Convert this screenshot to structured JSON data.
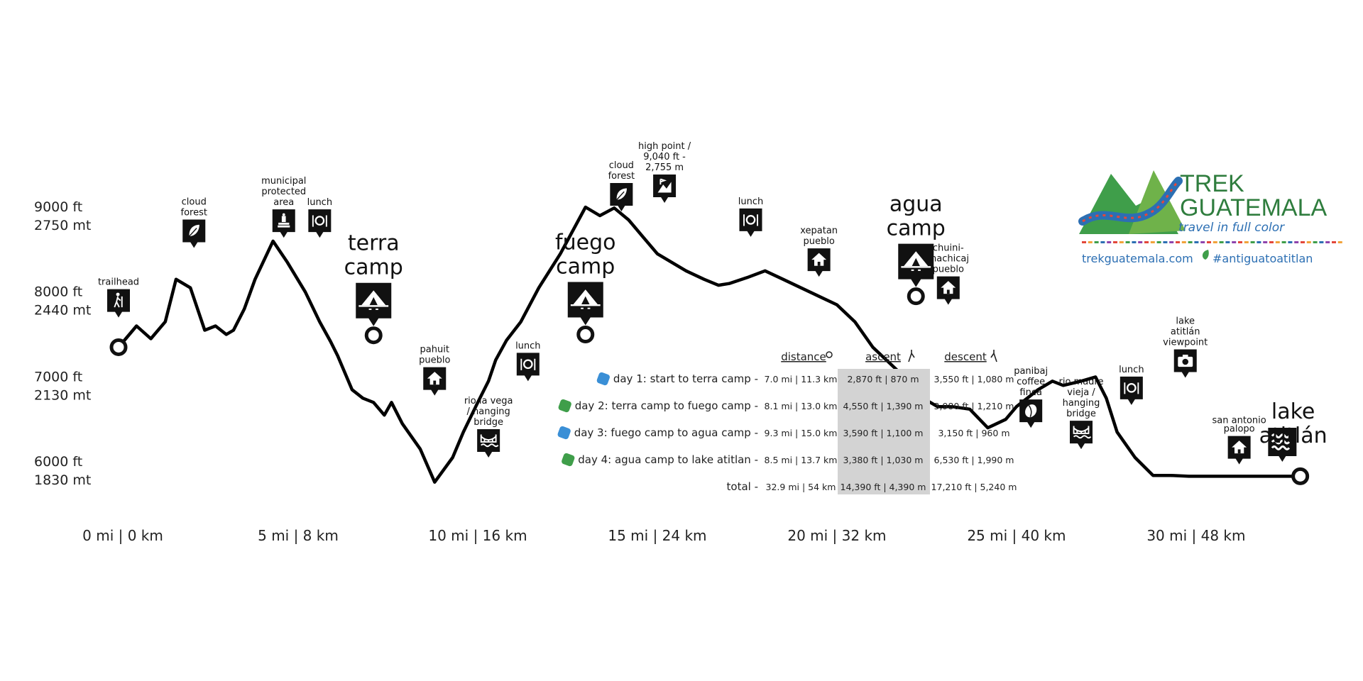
{
  "chart_data": {
    "type": "line",
    "title": "",
    "y_ticks": [
      {
        "value": 9000,
        "ft": "9000 ft",
        "mt": "2750 mt"
      },
      {
        "value": 8000,
        "ft": "8000 ft",
        "mt": "2440 mt"
      },
      {
        "value": 7000,
        "ft": "7000 ft",
        "mt": "2130 mt"
      },
      {
        "value": 6000,
        "ft": "6000 ft",
        "mt": "1830 mt"
      }
    ],
    "x_ticks": [
      {
        "value": 0,
        "label": "0 mi | 0 km"
      },
      {
        "value": 5,
        "label": "5 mi | 8 km"
      },
      {
        "value": 10,
        "label": "10 mi | 16 km"
      },
      {
        "value": 15,
        "label": "15 mi | 24 km"
      },
      {
        "value": 20,
        "label": "20 mi | 32 km"
      },
      {
        "value": 25,
        "label": "25 mi | 40 km"
      },
      {
        "value": 30,
        "label": "30 mi | 48 km"
      }
    ],
    "ylim": [
      5500,
      9500
    ],
    "xlim": [
      0,
      33.5
    ],
    "series": [
      {
        "x": [
          0,
          0.5,
          0.9,
          1.3,
          1.6,
          2.0,
          2.4,
          2.7,
          3.0,
          3.2,
          3.5,
          3.8,
          4.3,
          4.7,
          5.2,
          5.6,
          5.9,
          6.1,
          6.5,
          6.8,
          7.1,
          7.4,
          7.6,
          7.9,
          8.4,
          8.8,
          9.3,
          9.6,
          10.0,
          10.3,
          10.5,
          10.8,
          11.2,
          11.7,
          12.3,
          13.0,
          13.4,
          13.8,
          14.2,
          14.6,
          15.0,
          15.4,
          15.8,
          16.3,
          16.7,
          17.0,
          17.5,
          18.0,
          18.5,
          19.0,
          19.5,
          20.0,
          20.5,
          21.0,
          21.5,
          22.0,
          22.4,
          22.8,
          23.2,
          23.7,
          24.2,
          24.7,
          25.0,
          25.3,
          25.6,
          26.0,
          26.3,
          26.8,
          27.2,
          27.5,
          27.8,
          28.3,
          28.8,
          29.3,
          29.8,
          30.3,
          30.8,
          31.2,
          31.6,
          32.0,
          32.4,
          32.9
        ],
        "y": [
          7400,
          7650,
          7500,
          7700,
          8200,
          8100,
          7600,
          7650,
          7550,
          7600,
          7850,
          8200,
          8650,
          8400,
          8050,
          7700,
          7470,
          7300,
          6900,
          6800,
          6750,
          6600,
          6750,
          6500,
          6200,
          5810,
          6100,
          6400,
          6750,
          7000,
          7250,
          7480,
          7700,
          8100,
          8500,
          9050,
          8950,
          9040,
          8900,
          8700,
          8500,
          8400,
          8300,
          8200,
          8130,
          8150,
          8220,
          8300,
          8200,
          8100,
          8000,
          7900,
          7700,
          7400,
          7200,
          7000,
          6800,
          6700,
          6700,
          6670,
          6450,
          6550,
          6700,
          6800,
          6900,
          7000,
          6950,
          7000,
          7050,
          6800,
          6400,
          6100,
          5890,
          5890,
          5880,
          5880,
          5880,
          5880,
          5880,
          5880,
          5880,
          5880
        ]
      }
    ],
    "camps": [
      {
        "x": 0,
        "y": 7400,
        "label": "",
        "kind": "trailhead"
      },
      {
        "x": 7.1,
        "y": 7540,
        "label": "terra camp",
        "kind": "camp"
      },
      {
        "x": 13.0,
        "y": 7550,
        "label": "fuego camp",
        "kind": "camp"
      },
      {
        "x": 22.2,
        "y": 8000,
        "label": "agua camp",
        "kind": "camp"
      },
      {
        "x": 32.9,
        "y": 5880,
        "label": "lake atitlán",
        "kind": "end"
      }
    ],
    "pins": [
      {
        "x": 0.0,
        "y": 7750,
        "icon": "hiker-icon",
        "label": [
          "trailhead"
        ]
      },
      {
        "x": 2.1,
        "y": 8570,
        "icon": "leaf-icon",
        "label": [
          "cloud",
          "forest"
        ]
      },
      {
        "x": 4.6,
        "y": 8690,
        "icon": "monument-icon",
        "label": [
          "municipal",
          "protected",
          "area"
        ]
      },
      {
        "x": 5.6,
        "y": 8690,
        "icon": "utensils-icon",
        "label": [
          "lunch"
        ]
      },
      {
        "x": 8.8,
        "y": 6830,
        "icon": "house-icon",
        "label": [
          "pahuit",
          "pueblo"
        ]
      },
      {
        "x": 10.3,
        "y": 6100,
        "icon": "bridge-icon",
        "label": [
          "rio la vega",
          "/ hanging",
          "bridge"
        ]
      },
      {
        "x": 11.4,
        "y": 7000,
        "icon": "utensils-icon",
        "label": [
          "lunch"
        ]
      },
      {
        "x": 14.0,
        "y": 9000,
        "icon": "leaf-icon",
        "label": [
          "cloud",
          "forest"
        ]
      },
      {
        "x": 15.2,
        "y": 9100,
        "icon": "summit-icon",
        "label": [
          "high point /",
          "9,040 ft -",
          "2,755 m"
        ]
      },
      {
        "x": 17.6,
        "y": 8700,
        "icon": "utensils-icon",
        "label": [
          "lunch"
        ]
      },
      {
        "x": 19.5,
        "y": 8230,
        "icon": "house-icon",
        "label": [
          "xepatan",
          "pueblo"
        ]
      },
      {
        "x": 23.1,
        "y": 7900,
        "icon": "house-icon",
        "label": [
          "chuini-",
          "machicaj",
          "pueblo"
        ]
      },
      {
        "x": 25.4,
        "y": 6450,
        "icon": "coffee-icon",
        "label": [
          "panibaj",
          "coffee",
          "finca"
        ]
      },
      {
        "x": 26.8,
        "y": 6200,
        "icon": "bridge-icon",
        "label": [
          "rio madre",
          "vieja /",
          "hanging",
          "bridge"
        ]
      },
      {
        "x": 28.2,
        "y": 6720,
        "icon": "utensils-icon",
        "label": [
          "lunch"
        ]
      },
      {
        "x": 29.7,
        "y": 7040,
        "icon": "camera-icon",
        "label": [
          "lake",
          "atitlán",
          "viewpoint"
        ]
      },
      {
        "x": 31.2,
        "y": 6020,
        "icon": "house-icon",
        "label": [
          "san antonio",
          "palopo"
        ],
        "small": true
      },
      {
        "x": 32.4,
        "y": 6050,
        "icon": "water-icon",
        "label": [],
        "big": true
      }
    ]
  },
  "legend": {
    "headers": {
      "distance": "distance",
      "ascent": "ascent",
      "descent": "descent"
    },
    "rows": [
      {
        "label": "day 1: start to terra camp -",
        "distance": "7.0 mi | 11.3 km",
        "ascent": "2,870 ft | 870 m",
        "descent": "3,550 ft | 1,080 m",
        "badge": "#3a8fd6"
      },
      {
        "label": "day 2: terra camp to fuego camp -",
        "distance": "8.1 mi | 13.0 km",
        "ascent": "4,550 ft | 1,390 m",
        "descent": "3,980 ft | 1,210 m",
        "badge": "#3f9e4a"
      },
      {
        "label": "day 3: fuego camp to agua camp -",
        "distance": "9.3 mi | 15.0 km",
        "ascent": "3,590 ft | 1,100 m",
        "descent": "3,150 ft | 960 m",
        "badge": "#3a8fd6"
      },
      {
        "label": "day 4: agua camp to lake atitlan -",
        "distance": "8.5 mi | 13.7 km",
        "ascent": "3,380 ft | 1,030 m",
        "descent": "6,530 ft | 1,990 m",
        "badge": "#3f9e4a"
      },
      {
        "label": "total -",
        "distance": "32.9 mi | 54 km",
        "ascent": "14,390 ft | 4,390 m",
        "descent": "17,210 ft | 5,240 m",
        "badge": ""
      }
    ]
  },
  "logo": {
    "line1": "TREK",
    "line2": "GUATEMALA",
    "tagline": "travel in full color",
    "website": "trekguatemala.com",
    "hashtag": "#antiguatoatitlan"
  },
  "colors": {
    "line": "#000000",
    "ascent_bg": "#d3d3d3",
    "brand_green": "#2f7d3e",
    "brand_blue": "#2c6fb3"
  }
}
